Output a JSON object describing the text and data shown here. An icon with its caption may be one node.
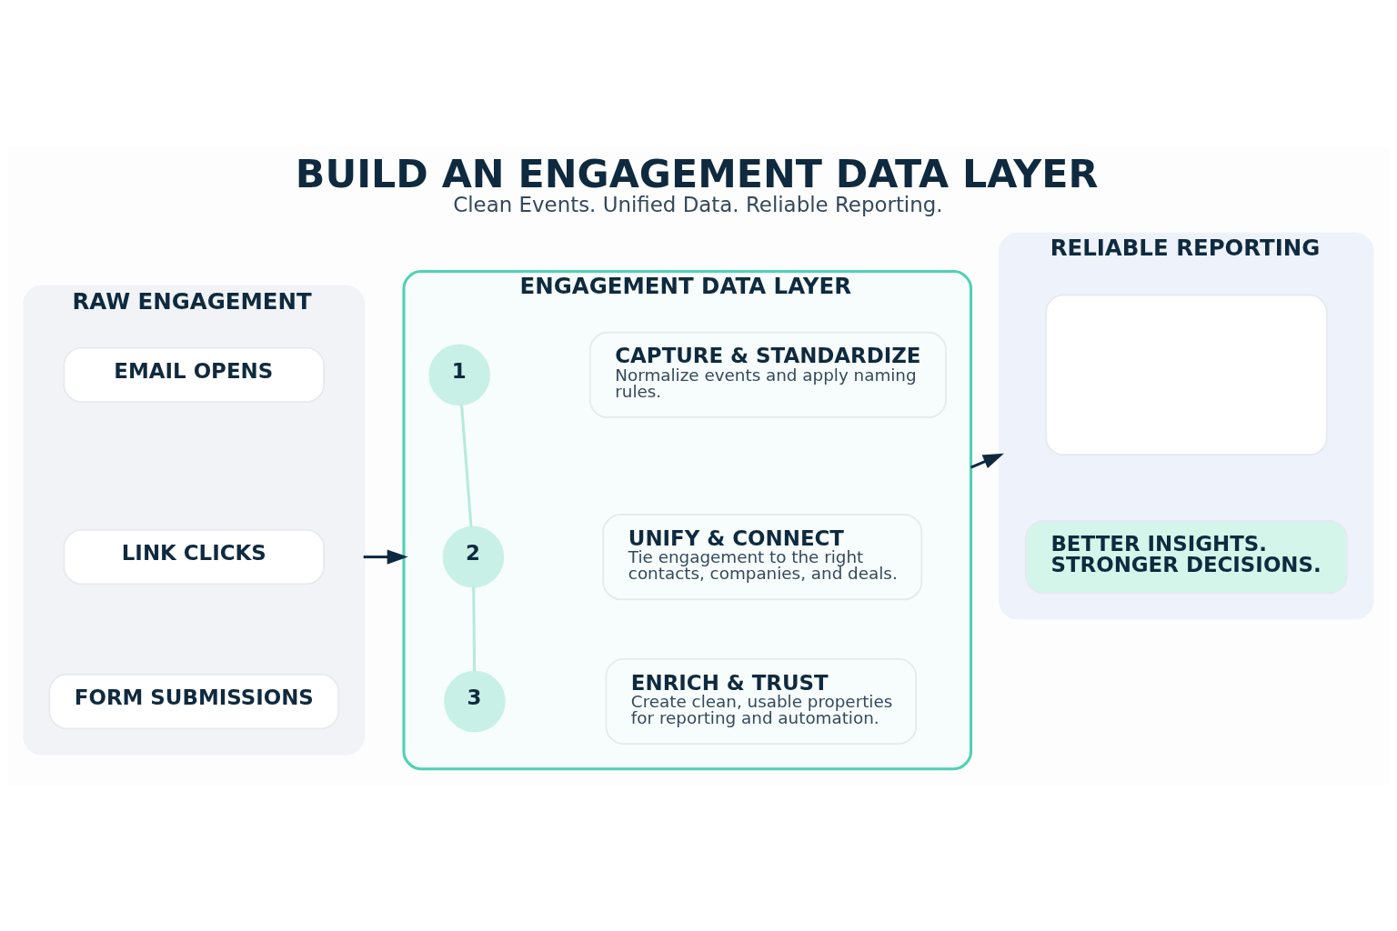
{
  "diagram": {
    "title": "BUILD AN ENGAGEMENT DATA LAYER",
    "caption": "Clean Events. Unified Data. Reliable Reporting.",
    "nodes": [
      {
        "text": [
          "RAW ENGAGEMENT"
        ]
      },
      {
        "text": [
          "EMAIL OPENS"
        ],
        "in": 0
      },
      {
        "text": [
          "LINK CLICKS"
        ],
        "in": 0
      },
      {
        "text": [
          "FORM SUBMISSIONS"
        ],
        "in": 0
      },
      {
        "text": [
          "ENGAGEMENT DATA LAYER"
        ]
      },
      {
        "text": [
          "1"
        ],
        "in": 4
      },
      {
        "text": [
          "CAPTURE & STANDARDIZE",
          "Normalize events and apply naming rules."
        ],
        "in": 4
      },
      {
        "text": [
          "2"
        ],
        "in": 4
      },
      {
        "text": [
          "UNIFY & CONNECT",
          "Tie engagement to the right contacts, companies, and deals."
        ],
        "in": 4
      },
      {
        "text": [
          "3"
        ],
        "in": 4
      },
      {
        "text": [
          "ENRICH & TRUST",
          "Create clean, usable properties for reporting and automation."
        ],
        "in": 4
      },
      {
        "text": [
          "RELIABLE REPORTING"
        ]
      },
      {
        "text": [],
        "shape": "box",
        "in": 11
      },
      {
        "text": [
          "BETTER INSIGHTS. STRONGER DECISIONS."
        ],
        "in": 11
      }
    ],
    "edges": [
      {
        "from": 0,
        "to": 4,
        "arrow": "to",
        "color": "#0f2a3f"
      },
      {
        "from": 4,
        "to": 11,
        "arrow": "to",
        "color": "#0f2a3f"
      },
      {
        "from": 5,
        "to": 7,
        "arrow": "none",
        "color": "#b6ead9"
      },
      {
        "from": 7,
        "to": 9,
        "arrow": "none",
        "color": "#b6ead9"
      }
    ]
  }
}
